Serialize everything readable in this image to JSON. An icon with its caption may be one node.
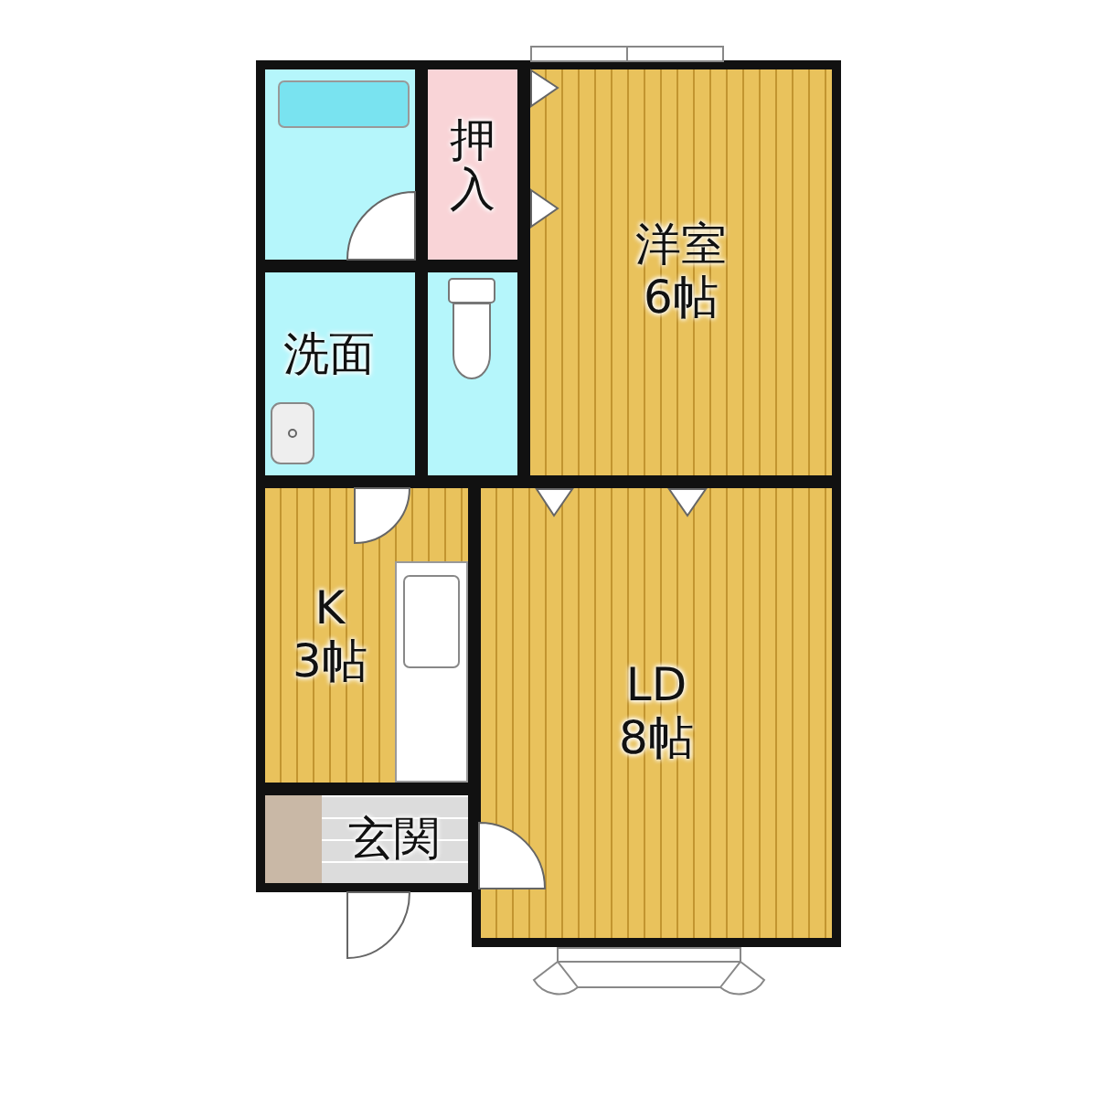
{
  "diagram": {
    "nodes": [
      {
        "text": [],
        "shape": "box"
      },
      {
        "text": [
          "押入"
        ]
      },
      {
        "text": [
          "洋室",
          "6帖"
        ]
      },
      {
        "text": [
          "洗面"
        ]
      },
      {
        "text": [],
        "shape": "box"
      },
      {
        "text": [
          "K",
          "3帖"
        ]
      },
      {
        "text": [
          "LD",
          "8帖"
        ]
      },
      {
        "text": [
          "玄関"
        ]
      }
    ]
  }
}
